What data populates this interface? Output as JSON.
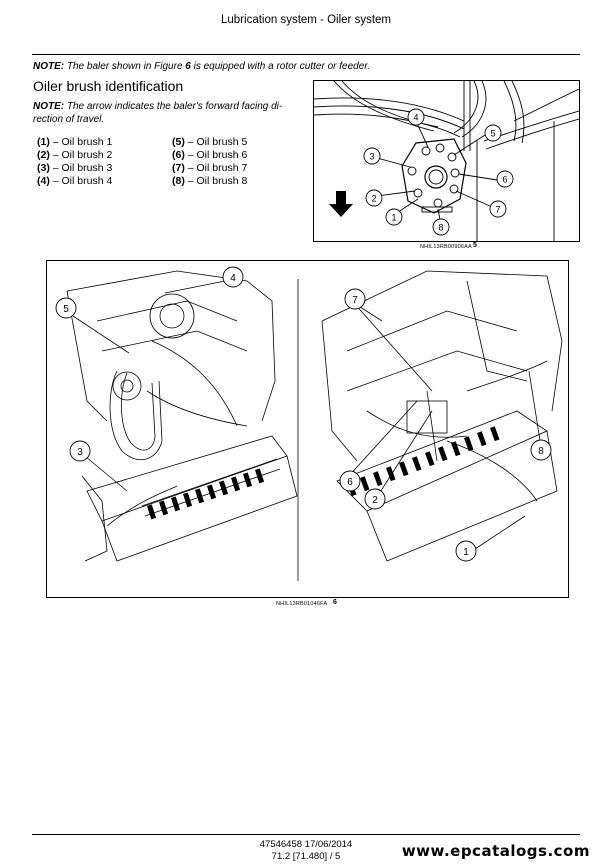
{
  "header": {
    "title": "Lubrication system - Oiler system"
  },
  "note1": {
    "label": "NOTE:",
    "text_pre": " The baler shown in Figure ",
    "figure_ref": "6",
    "text_post": " is equipped with a rotor cutter or feeder."
  },
  "section": {
    "title": "Oiler brush identification"
  },
  "note2": {
    "label": "NOTE:",
    "line1": " The arrow indicates the baler's forward facing di-",
    "line2": "rection of travel."
  },
  "legend": [
    {
      "num": "(1)",
      "text": " – Oil brush 1"
    },
    {
      "num": "(2)",
      "text": " – Oil brush 2"
    },
    {
      "num": "(3)",
      "text": " – Oil brush 3"
    },
    {
      "num": "(4)",
      "text": " – Oil brush 4"
    },
    {
      "num": "(5)",
      "text": " – Oil brush 5"
    },
    {
      "num": "(6)",
      "text": " – Oil brush 6"
    },
    {
      "num": "(7)",
      "text": " – Oil brush 7"
    },
    {
      "num": "(8)",
      "text": " – Oil brush 8"
    }
  ],
  "figure5": {
    "code": "NHIL13RB00906AA",
    "number": "5",
    "callouts": [
      "1",
      "2",
      "3",
      "4",
      "5",
      "6",
      "7",
      "8"
    ]
  },
  "figure6": {
    "code": "NHIL13RB01046FA",
    "number": "6",
    "left_callouts": [
      "4",
      "5",
      "3"
    ],
    "right_callouts": [
      "7",
      "6",
      "2",
      "8",
      "1"
    ]
  },
  "footer": {
    "doc_line": "47546458 17/06/2014",
    "page_line": "71.2 [71.480] / 5",
    "watermark": "www.epcatalogs.com"
  }
}
